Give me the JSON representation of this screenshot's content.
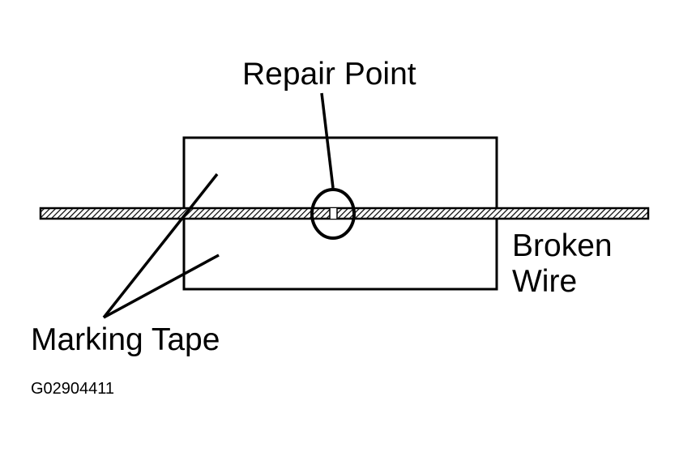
{
  "labels": {
    "repair_point": "Repair Point",
    "broken_wire_line1": "Broken",
    "broken_wire_line2": "Wire",
    "marking_tape": "Marking Tape",
    "figure_id": "G02904411"
  },
  "colors": {
    "ink": "#000000",
    "background": "#ffffff"
  }
}
